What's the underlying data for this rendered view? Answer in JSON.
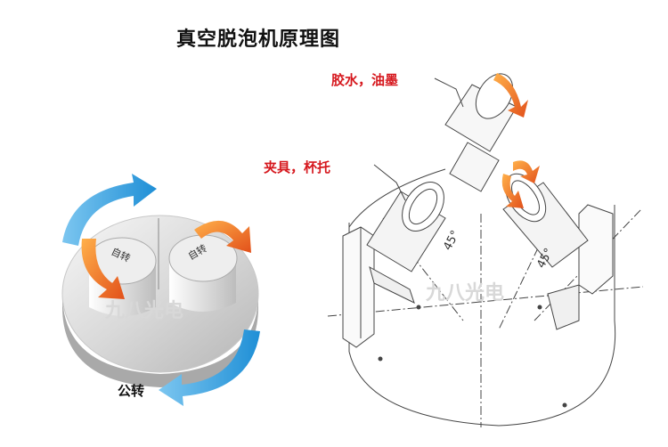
{
  "title": "真空脱泡机原理图",
  "labels": {
    "glue": "胶水，油墨",
    "fixture": "夹具，杯托",
    "revolution": "公转",
    "rotation_left": "自转",
    "rotation_right": "自转",
    "angle_left": "45°",
    "angle_right": "45°"
  },
  "watermark": "九八光电",
  "colors": {
    "title": "#111111",
    "label_red": "#d6181e",
    "arrow_blue": "#1f8fd6",
    "arrow_orange": "#f06a1e"
  }
}
